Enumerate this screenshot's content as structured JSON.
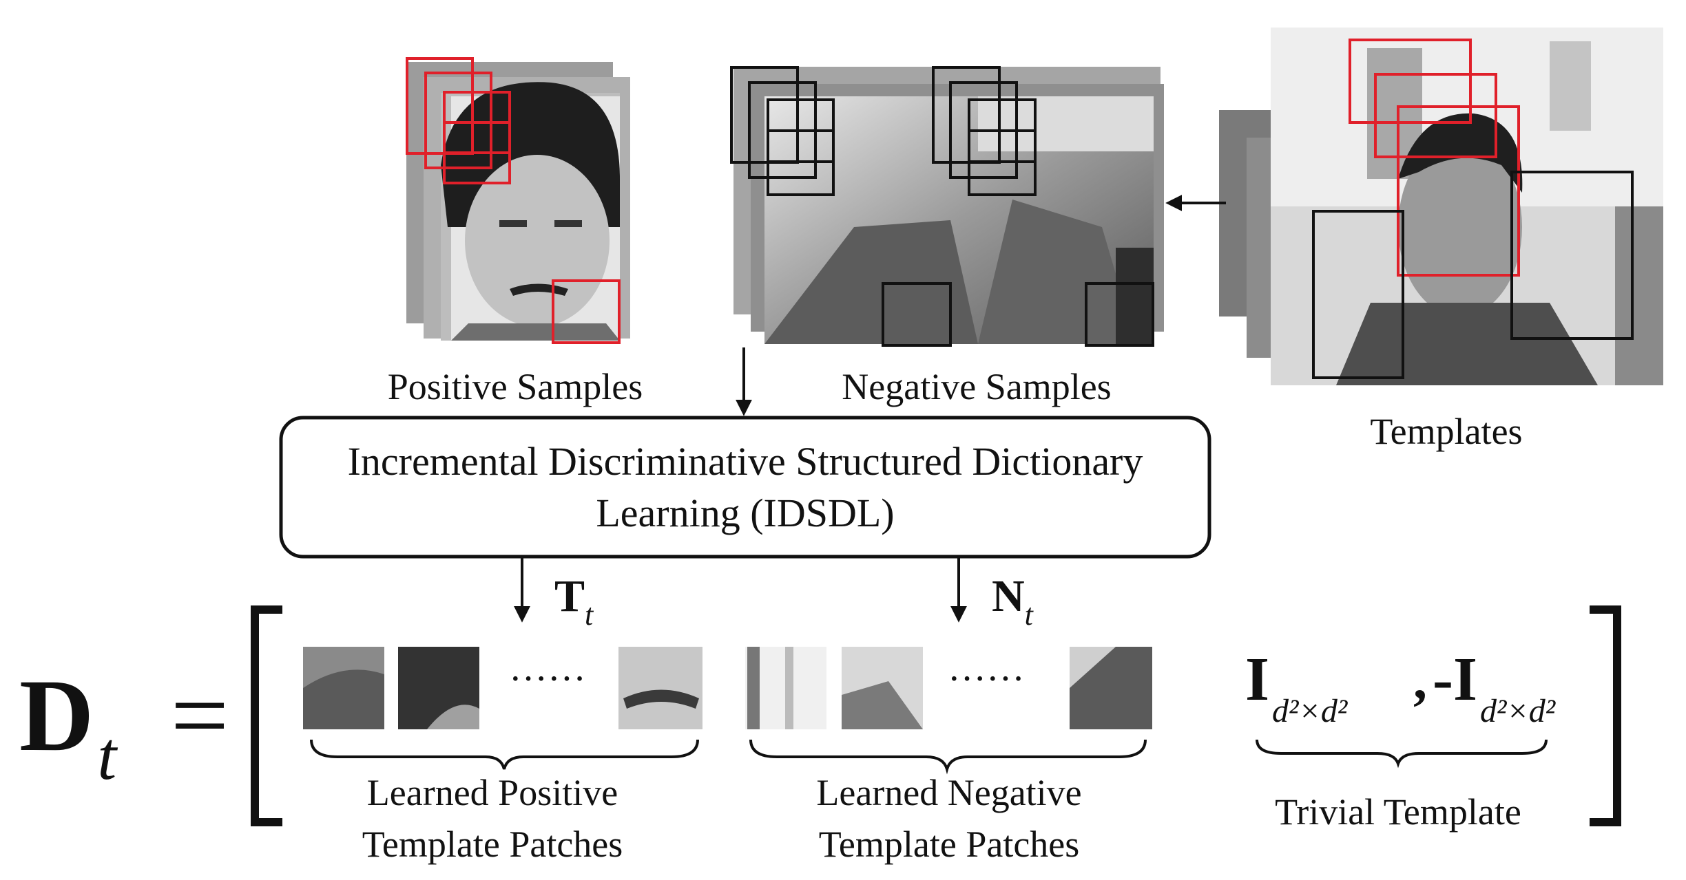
{
  "labels": {
    "positive_samples": "Positive Samples",
    "negative_samples": "Negative Samples",
    "templates": "Templates"
  },
  "process_box": {
    "line1": "Incremental Discriminative Structured Dictionary",
    "line2": "Learning (IDSDL)"
  },
  "outputs": {
    "T": "T",
    "T_sub": "t",
    "N": "N",
    "N_sub": "t"
  },
  "equation": {
    "D": "D",
    "D_sub": "t",
    "equals": "=",
    "dots": "······",
    "identity": "I",
    "neg_identity": "-I",
    "identity_sub": "d²×d²",
    "comma": ","
  },
  "groups": {
    "learned_positive_line1": "Learned Positive",
    "learned_positive_line2": "Template Patches",
    "learned_negative_line1": "Learned Negative",
    "learned_negative_line2": "Template Patches",
    "trivial": "Trivial Template"
  },
  "colors": {
    "positive_box": "#e0202a",
    "negative_box": "#111111",
    "arrow": "#111111"
  }
}
